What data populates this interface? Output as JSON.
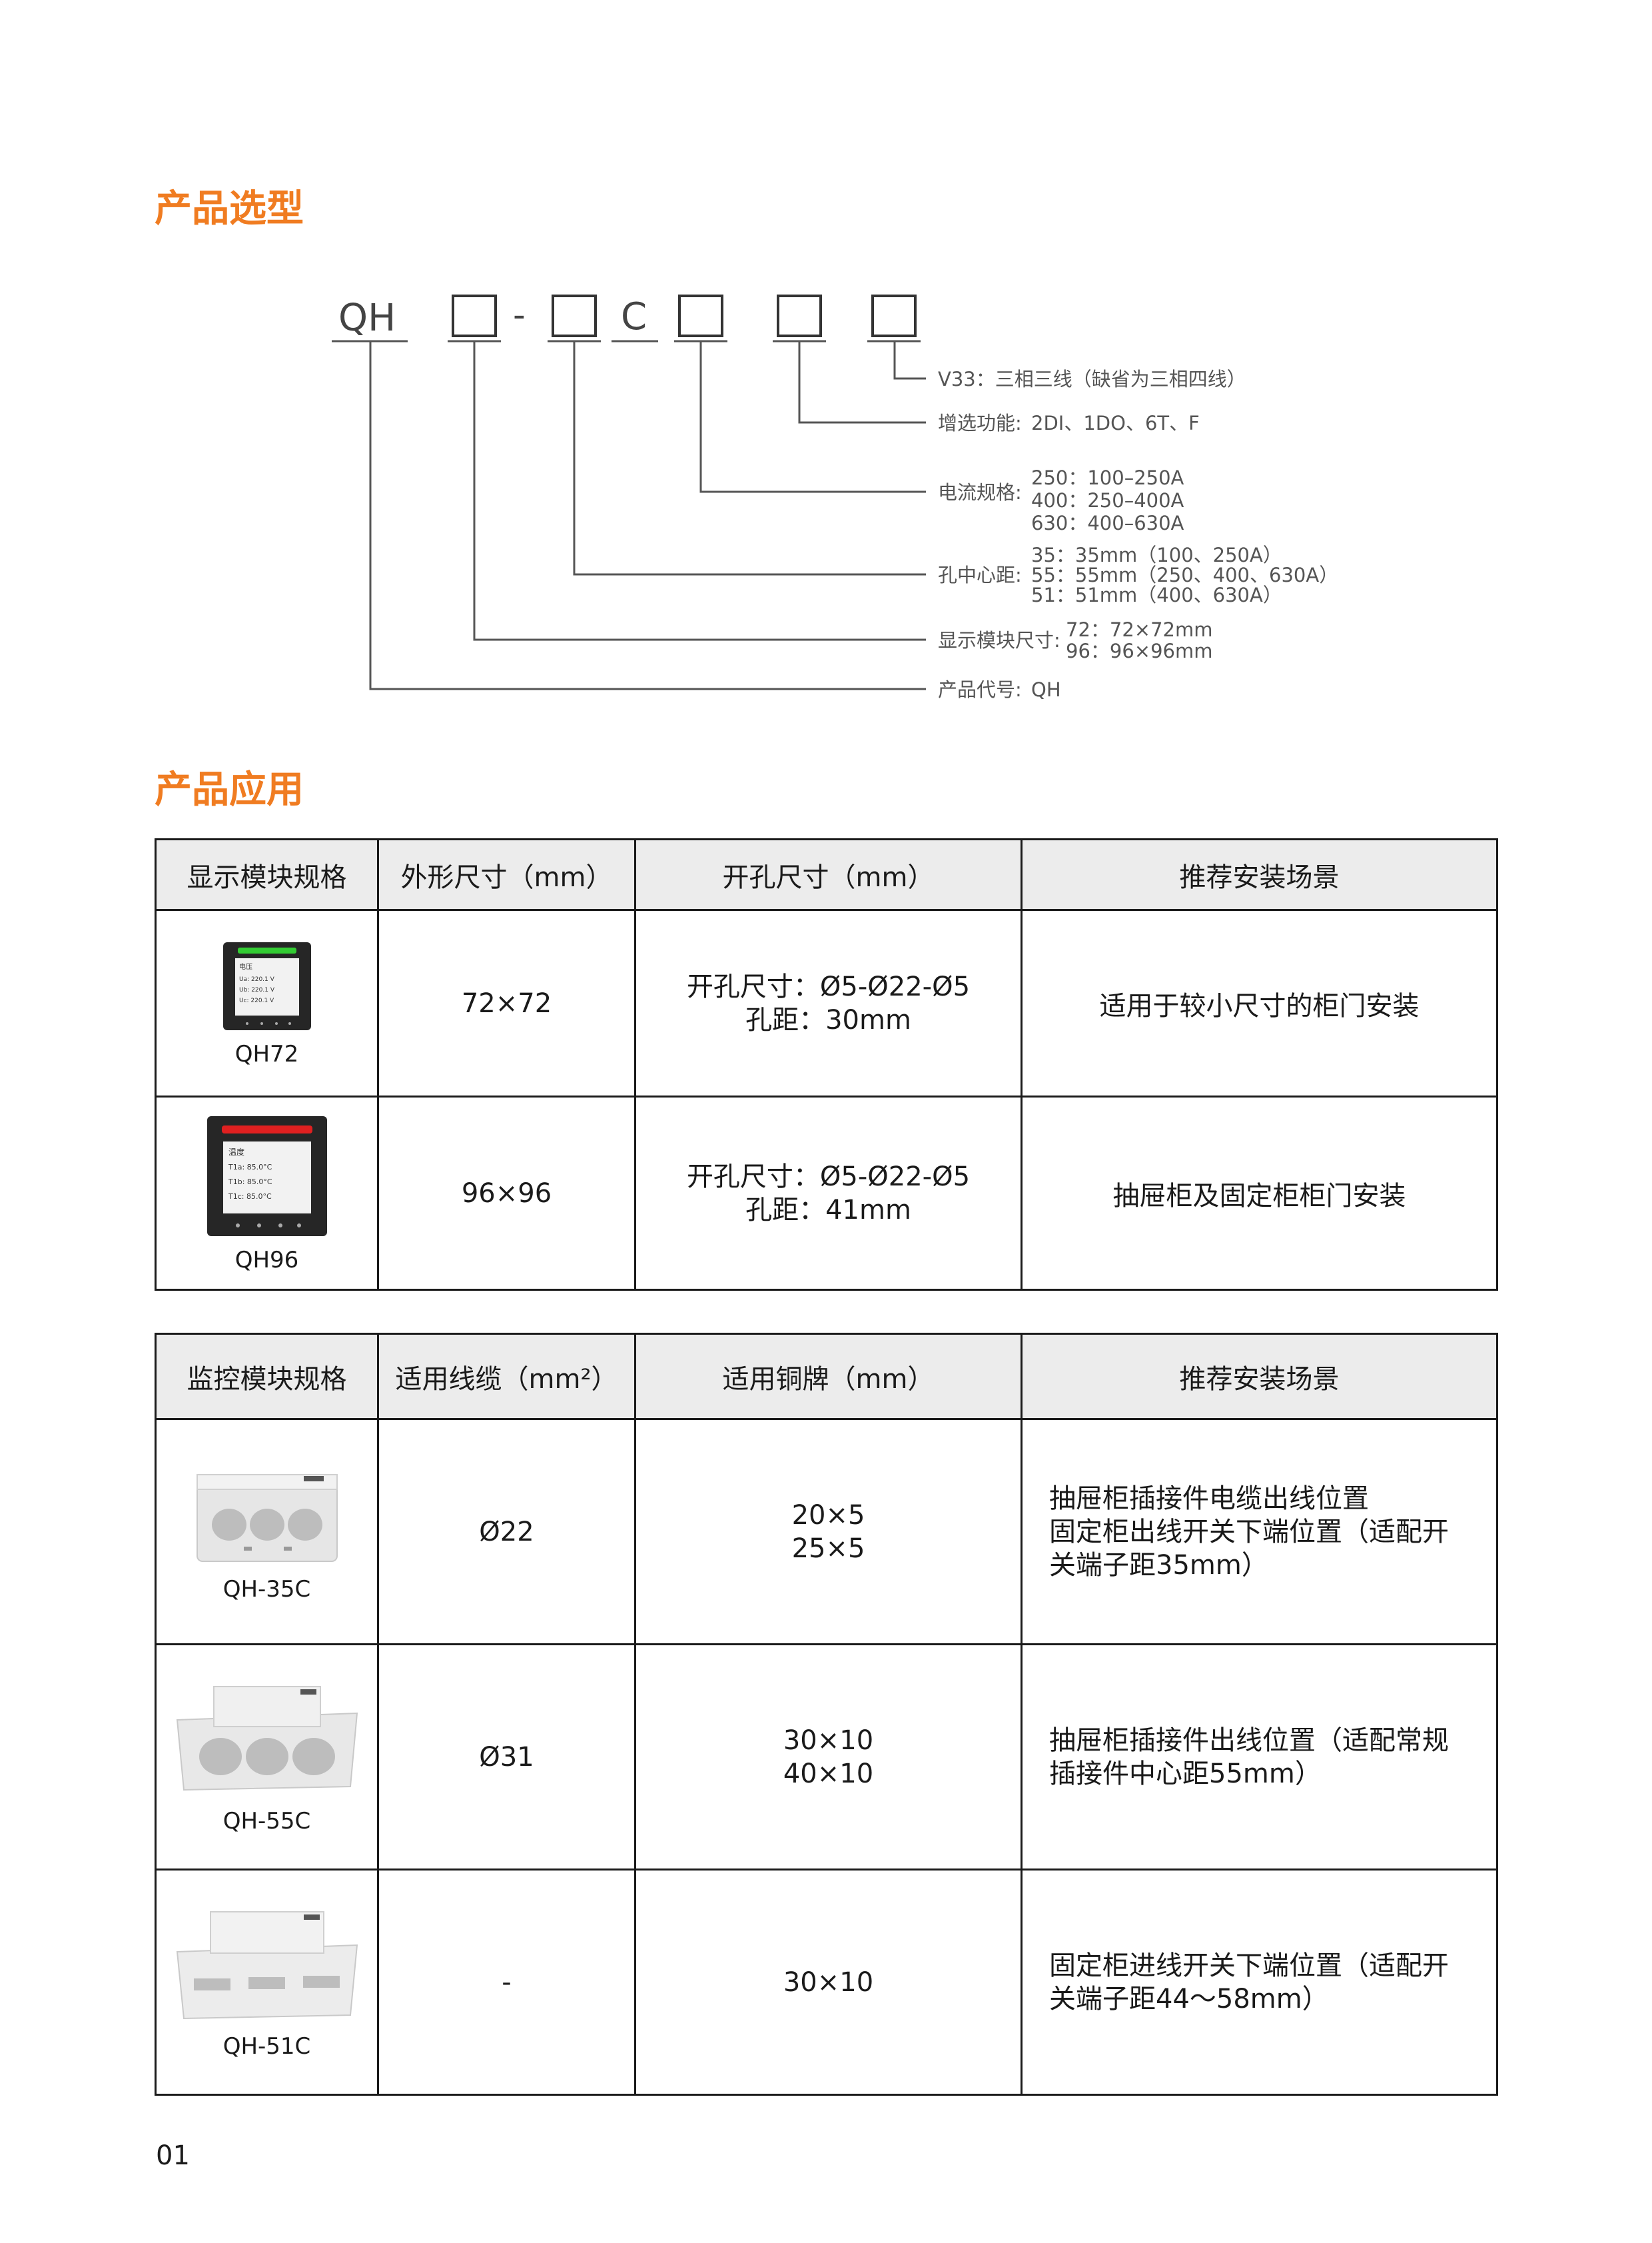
{
  "sections": {
    "selection_title": "产品选型",
    "application_title": "产品应用"
  },
  "model_code": {
    "prefix": "QH",
    "dash": "-",
    "c_letter": "C",
    "options": [
      {
        "label": "V33：三相三线（缺省为三相四线）",
        "values": []
      },
      {
        "label": "增选功能:",
        "values": [
          "2DI、1DO、6T、F"
        ]
      },
      {
        "label": "电流规格:",
        "values": [
          "250：100–250A",
          "400：250–400A",
          "630：400–630A"
        ]
      },
      {
        "label": "孔中心距:",
        "values": [
          "35：35mm（100、250A）",
          "55：55mm（250、400、630A）",
          "51：51mm（400、630A）"
        ]
      },
      {
        "label": "显示模块尺寸:",
        "values": [
          "72：72×72mm",
          "96：96×96mm"
        ]
      },
      {
        "label": "产品代号:",
        "values": [
          "QH"
        ]
      }
    ]
  },
  "display_table": {
    "headers": [
      "显示模块规格",
      "外形尺寸（mm）",
      "开孔尺寸（mm）",
      "推荐安装场景"
    ],
    "rows": [
      {
        "model": "QH72",
        "size": "72×72",
        "cutout": [
          "开孔尺寸：Ø5-Ø22-Ø5",
          "孔距：30mm"
        ],
        "scene": "适用于较小尺寸的柜门安装",
        "screen": {
          "title": "电压",
          "lines": [
            "Ua: 220.1 V",
            "Ub: 220.1 V",
            "Uc: 220.1 V"
          ],
          "bar_color": "#33cc33"
        }
      },
      {
        "model": "QH96",
        "size": "96×96",
        "cutout": [
          "开孔尺寸：Ø5-Ø22-Ø5",
          "孔距：41mm"
        ],
        "scene": "抽屉柜及固定柜柜门安装",
        "screen": {
          "title": "温度",
          "lines": [
            "T1a: 85.0°C",
            "T1b: 85.0°C",
            "T1c: 85.0°C"
          ],
          "bar_color": "#e02020"
        }
      }
    ]
  },
  "monitor_table": {
    "headers": [
      "监控模块规格",
      "适用线缆（mm²）",
      "适用铜牌（mm）",
      "推荐安装场景"
    ],
    "rows": [
      {
        "model": "QH-35C",
        "cable": "Ø22",
        "busbar": [
          "20×5",
          "25×5"
        ],
        "scene": [
          "抽屉柜插接件电缆出线位置",
          "固定柜出线开关下端位置（适配开",
          "关端子距35mm）"
        ]
      },
      {
        "model": "QH-55C",
        "cable": "Ø31",
        "busbar": [
          "30×10",
          "40×10"
        ],
        "scene": [
          "抽屉柜插接件出线位置（适配常规",
          "插接件中心距55mm）"
        ]
      },
      {
        "model": "QH-51C",
        "cable": "-",
        "busbar": [
          "30×10"
        ],
        "scene": [
          "固定柜进线开关下端位置（适配开",
          "关端子距44～58mm）"
        ]
      }
    ]
  },
  "page_number": "01"
}
